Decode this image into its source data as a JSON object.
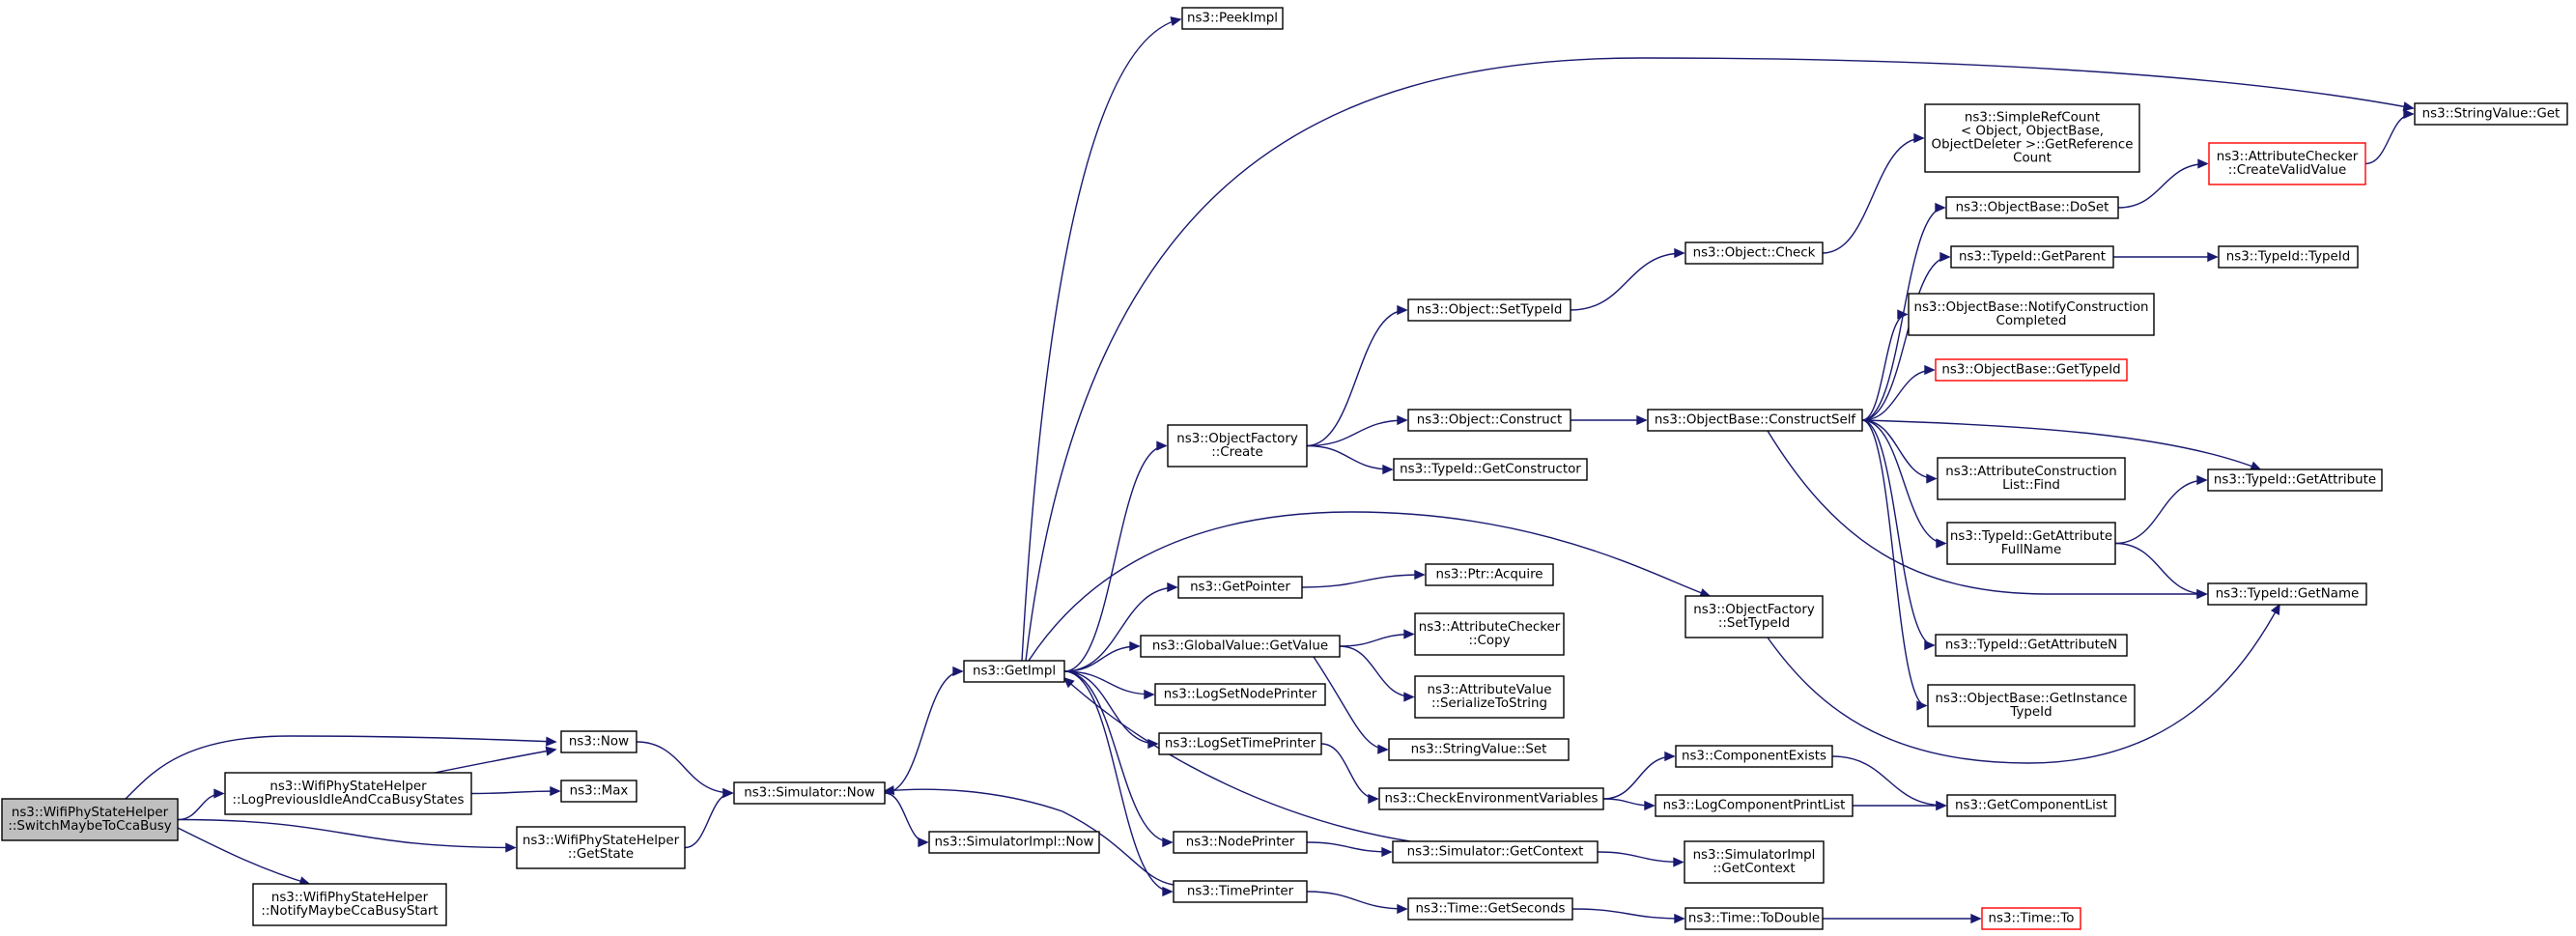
{
  "nodes": [
    {
      "id": "root",
      "lines": [
        "ns3::WifiPhyStateHelper",
        "::SwitchMaybeToCcaBusy"
      ],
      "style": "root"
    },
    {
      "id": "logprev",
      "lines": [
        "ns3::WifiPhyStateHelper",
        "::LogPreviousIdleAndCcaBusyStates"
      ]
    },
    {
      "id": "now",
      "lines": [
        "ns3::Now"
      ]
    },
    {
      "id": "max",
      "lines": [
        "ns3::Max"
      ]
    },
    {
      "id": "getstate",
      "lines": [
        "ns3::WifiPhyStateHelper",
        "::GetState"
      ]
    },
    {
      "id": "notify",
      "lines": [
        "ns3::WifiPhyStateHelper",
        "::NotifyMaybeCcaBusyStart"
      ]
    },
    {
      "id": "simnow",
      "lines": [
        "ns3::Simulator::Now"
      ]
    },
    {
      "id": "simimplnow",
      "lines": [
        "ns3::SimulatorImpl::Now"
      ]
    },
    {
      "id": "getimpl",
      "lines": [
        "ns3::GetImpl"
      ]
    },
    {
      "id": "peekimpl",
      "lines": [
        "ns3::PeekImpl"
      ]
    },
    {
      "id": "ofcreate",
      "lines": [
        "ns3::ObjectFactory",
        "::Create"
      ]
    },
    {
      "id": "getpointer",
      "lines": [
        "ns3::GetPointer"
      ]
    },
    {
      "id": "gvgetvalue",
      "lines": [
        "ns3::GlobalValue::GetValue"
      ]
    },
    {
      "id": "logsetnode",
      "lines": [
        "ns3::LogSetNodePrinter"
      ]
    },
    {
      "id": "logsettime",
      "lines": [
        "ns3::LogSetTimePrinter"
      ]
    },
    {
      "id": "nodeprinter",
      "lines": [
        "ns3::NodePrinter"
      ]
    },
    {
      "id": "timeprinter",
      "lines": [
        "ns3::TimePrinter"
      ]
    },
    {
      "id": "objsettypeid",
      "lines": [
        "ns3::Object::SetTypeId"
      ]
    },
    {
      "id": "objconstruct",
      "lines": [
        "ns3::Object::Construct"
      ]
    },
    {
      "id": "tidgetctor",
      "lines": [
        "ns3::TypeId::GetConstructor"
      ]
    },
    {
      "id": "ptracquire",
      "lines": [
        "ns3::Ptr::Acquire"
      ]
    },
    {
      "id": "accopy",
      "lines": [
        "ns3::AttributeChecker",
        "::Copy"
      ]
    },
    {
      "id": "avser",
      "lines": [
        "ns3::AttributeValue",
        "::SerializeToString"
      ]
    },
    {
      "id": "svset",
      "lines": [
        "ns3::StringValue::Set"
      ]
    },
    {
      "id": "checkenv",
      "lines": [
        "ns3::CheckEnvironmentVariables"
      ]
    },
    {
      "id": "simgetctx",
      "lines": [
        "ns3::Simulator::GetContext"
      ]
    },
    {
      "id": "timegetsec",
      "lines": [
        "ns3::Time::GetSeconds"
      ]
    },
    {
      "id": "objcheck",
      "lines": [
        "ns3::Object::Check"
      ]
    },
    {
      "id": "ofsettypeid",
      "lines": [
        "ns3::ObjectFactory",
        "::SetTypeId"
      ]
    },
    {
      "id": "compexists",
      "lines": [
        "ns3::ComponentExists"
      ]
    },
    {
      "id": "logcompprint",
      "lines": [
        "ns3::LogComponentPrintList"
      ]
    },
    {
      "id": "simimplgetctx",
      "lines": [
        "ns3::SimulatorImpl",
        "::GetContext"
      ]
    },
    {
      "id": "timetodouble",
      "lines": [
        "ns3::Time::ToDouble"
      ]
    },
    {
      "id": "obconstructself",
      "lines": [
        "ns3::ObjectBase::ConstructSelf"
      ]
    },
    {
      "id": "simplerefcount",
      "lines": [
        "ns3::SimpleRefCount",
        "< Object, ObjectBase,",
        "ObjectDeleter >::GetReference",
        "Count"
      ]
    },
    {
      "id": "obdoset",
      "lines": [
        "ns3::ObjectBase::DoSet"
      ]
    },
    {
      "id": "tidgetparent",
      "lines": [
        "ns3::TypeId::GetParent"
      ]
    },
    {
      "id": "obnotify",
      "lines": [
        "ns3::ObjectBase::NotifyConstruction",
        "Completed"
      ]
    },
    {
      "id": "obgettypeid",
      "lines": [
        "ns3::ObjectBase::GetTypeId"
      ],
      "style": "red"
    },
    {
      "id": "acfind",
      "lines": [
        "ns3::AttributeConstruction",
        "List::Find"
      ]
    },
    {
      "id": "tidgetattrfull",
      "lines": [
        "ns3::TypeId::GetAttribute",
        "FullName"
      ]
    },
    {
      "id": "tidgetattrn",
      "lines": [
        "ns3::TypeId::GetAttributeN"
      ]
    },
    {
      "id": "obgetinst",
      "lines": [
        "ns3::ObjectBase::GetInstance",
        "TypeId"
      ]
    },
    {
      "id": "getcomplist",
      "lines": [
        "ns3::GetComponentList"
      ]
    },
    {
      "id": "timeto",
      "lines": [
        "ns3::Time::To"
      ],
      "style": "red"
    },
    {
      "id": "svget",
      "lines": [
        "ns3::StringValue::Get"
      ]
    },
    {
      "id": "accreate",
      "lines": [
        "ns3::AttributeChecker",
        "::CreateValidValue"
      ],
      "style": "red"
    },
    {
      "id": "tidtypeid",
      "lines": [
        "ns3::TypeId::TypeId"
      ]
    },
    {
      "id": "tidgetattr",
      "lines": [
        "ns3::TypeId::GetAttribute"
      ]
    },
    {
      "id": "tidgetname",
      "lines": [
        "ns3::TypeId::GetName"
      ]
    }
  ]
}
